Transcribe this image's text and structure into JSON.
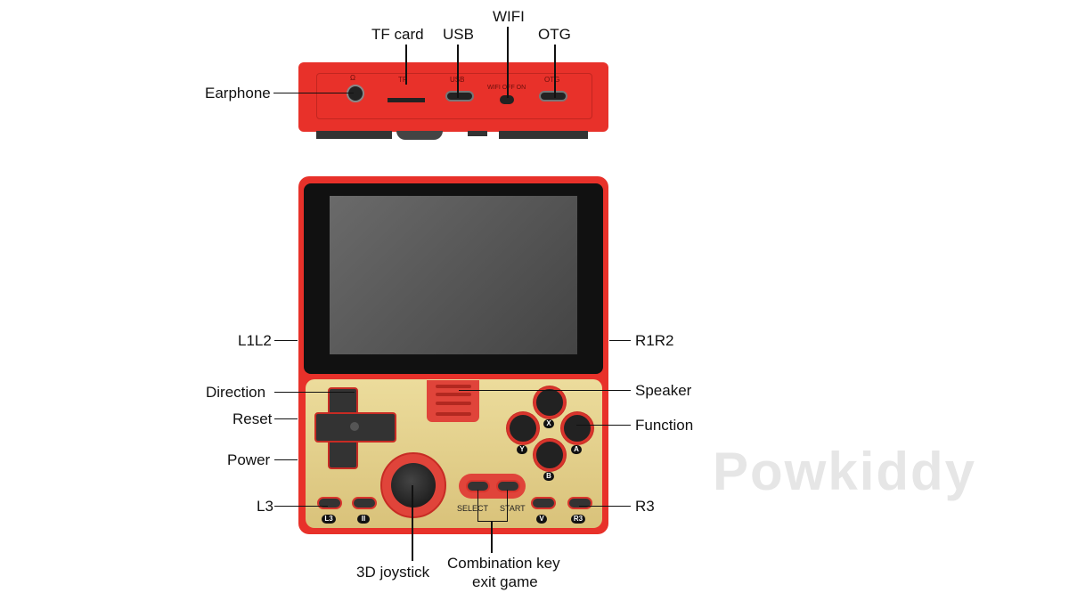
{
  "labels": {
    "tf_card": "TF card",
    "usb": "USB",
    "wifi": "WIFI",
    "otg": "OTG",
    "earphone": "Earphone",
    "l1l2": "L1L2",
    "r1r2": "R1R2",
    "direction": "Direction",
    "reset": "Reset",
    "power": "Power",
    "l3": "L3",
    "speaker": "Speaker",
    "function": "Function",
    "r3": "R3",
    "joystick": "3D joystick",
    "combo_line1": "Combination key",
    "combo_line2": "exit game"
  },
  "device_print": {
    "tf": "TF",
    "usb": "USB",
    "wifi": "WIFI OFF ON",
    "otg": "OTG",
    "x": "X",
    "y": "Y",
    "a": "A",
    "b": "B",
    "select": "SELECT",
    "start": "START",
    "l3": "L3",
    "ii": "II",
    "v": "V",
    "r3": "R3"
  },
  "watermark": "Powkiddy",
  "colors": {
    "body": "#e8312a",
    "panel": "#e3cf8a",
    "button": "#222222"
  }
}
